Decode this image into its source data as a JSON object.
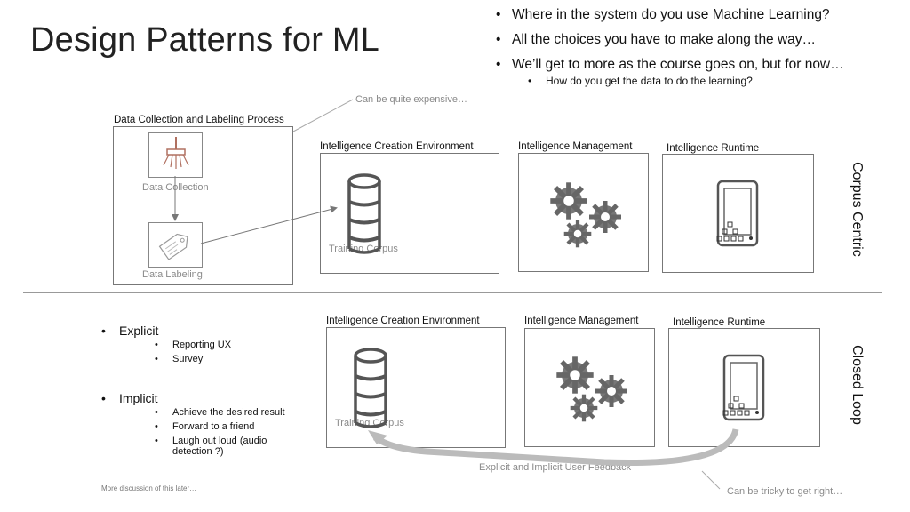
{
  "title": "Design Patterns for ML",
  "bullets": [
    "Where in the system do you use Machine Learning?",
    "All the choices you have to make along the way…",
    "We’ll get to more as the course goes on, but for now…"
  ],
  "sub_bullet": "How do you get the data to do the learning?",
  "expensive_note": "Can be quite expensive…",
  "data_process": {
    "title": "Data Collection and Labeling Process",
    "collection_label": "Data Collection",
    "labeling_label": "Data Labeling"
  },
  "corpus_centric": {
    "creation_title": "Intelligence Creation Environment",
    "corpus_label": "Training Corpus",
    "management_title": "Intelligence Management",
    "runtime_title": "Intelligence Runtime",
    "side_label": "Corpus Centric"
  },
  "closed_loop": {
    "creation_title": "Intelligence Creation Environment",
    "corpus_label": "Training Corpus",
    "management_title": "Intelligence Management",
    "runtime_title": "Intelligence Runtime",
    "side_label": "Closed Loop",
    "feedback_label": "Explicit and Implicit User Feedback",
    "tricky_note": "Can be tricky to get right…"
  },
  "feedback_types": {
    "explicit": {
      "label": "Explicit",
      "items": [
        "Reporting UX",
        "Survey"
      ]
    },
    "implicit": {
      "label": "Implicit",
      "items": [
        "Achieve the desired result",
        "Forward to a friend",
        "Laugh out loud (audio detection ?)"
      ]
    }
  },
  "footnote": "More discussion of this later…",
  "icons": {
    "collection": "vacuum-icon",
    "labeling": "tag-icon",
    "corpus": "database-icon",
    "management": "gears-icon",
    "runtime": "tablet-icon"
  }
}
